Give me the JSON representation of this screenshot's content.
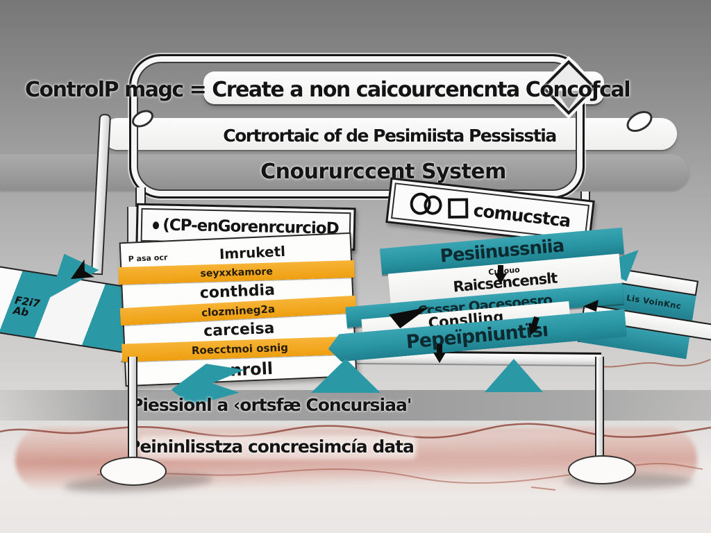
{
  "palette": {
    "teal": "#2b98a6",
    "orange": "#f4a71d",
    "ink": "#141414",
    "dark_red": "#8d4136",
    "pink_wash": "#dfb4a9",
    "gray_band": "#9b9b9b"
  },
  "header": {
    "title": "ControlP magc = Create a non caicourcencnta Concoƒcal",
    "subtitle": "Cortrortaic of de Pesimiista Pessisstia",
    "band_title": "Cnoururccent System"
  },
  "signs": {
    "left_label": "(CP-enGorenrcurcioD",
    "right_label": "comucstca",
    "right_icons": [
      "double-circle-icon",
      "square-icon"
    ]
  },
  "left_panel": {
    "corner_label": "P asa ocr",
    "rows": [
      {
        "style": "white",
        "text": "Imruketl"
      },
      {
        "style": "orange",
        "text": "seyxxkamore"
      },
      {
        "style": "white",
        "text": "conthdia"
      },
      {
        "style": "orange",
        "text": "clozmineg2a"
      },
      {
        "style": "white",
        "text": "carceisa"
      },
      {
        "style": "orange",
        "text": "Roecctmoi osnig"
      },
      {
        "style": "white",
        "text": "conroll"
      }
    ]
  },
  "right_panel": {
    "bars": [
      {
        "style": "teal",
        "text": "Pesiinussniia"
      },
      {
        "style": "white",
        "small_text": "Cusouo",
        "text": "Raicsencenslt"
      },
      {
        "style": "teal",
        "text": "Ccssar Oacesoesro"
      },
      {
        "style": "white",
        "text": "Conslling"
      },
      {
        "style": "teal",
        "text": "Pepeïpniuntïsı"
      }
    ]
  },
  "left_banner": {
    "line1": "F2i7",
    "line2": "Ab"
  },
  "right_banner": {
    "label": "GsIM Lis VoinKnc"
  },
  "captions": {
    "line1": "Piessionl a ‹ortsfæ Concursiaa'",
    "line2": "Peininlisstza concresimcía data"
  }
}
